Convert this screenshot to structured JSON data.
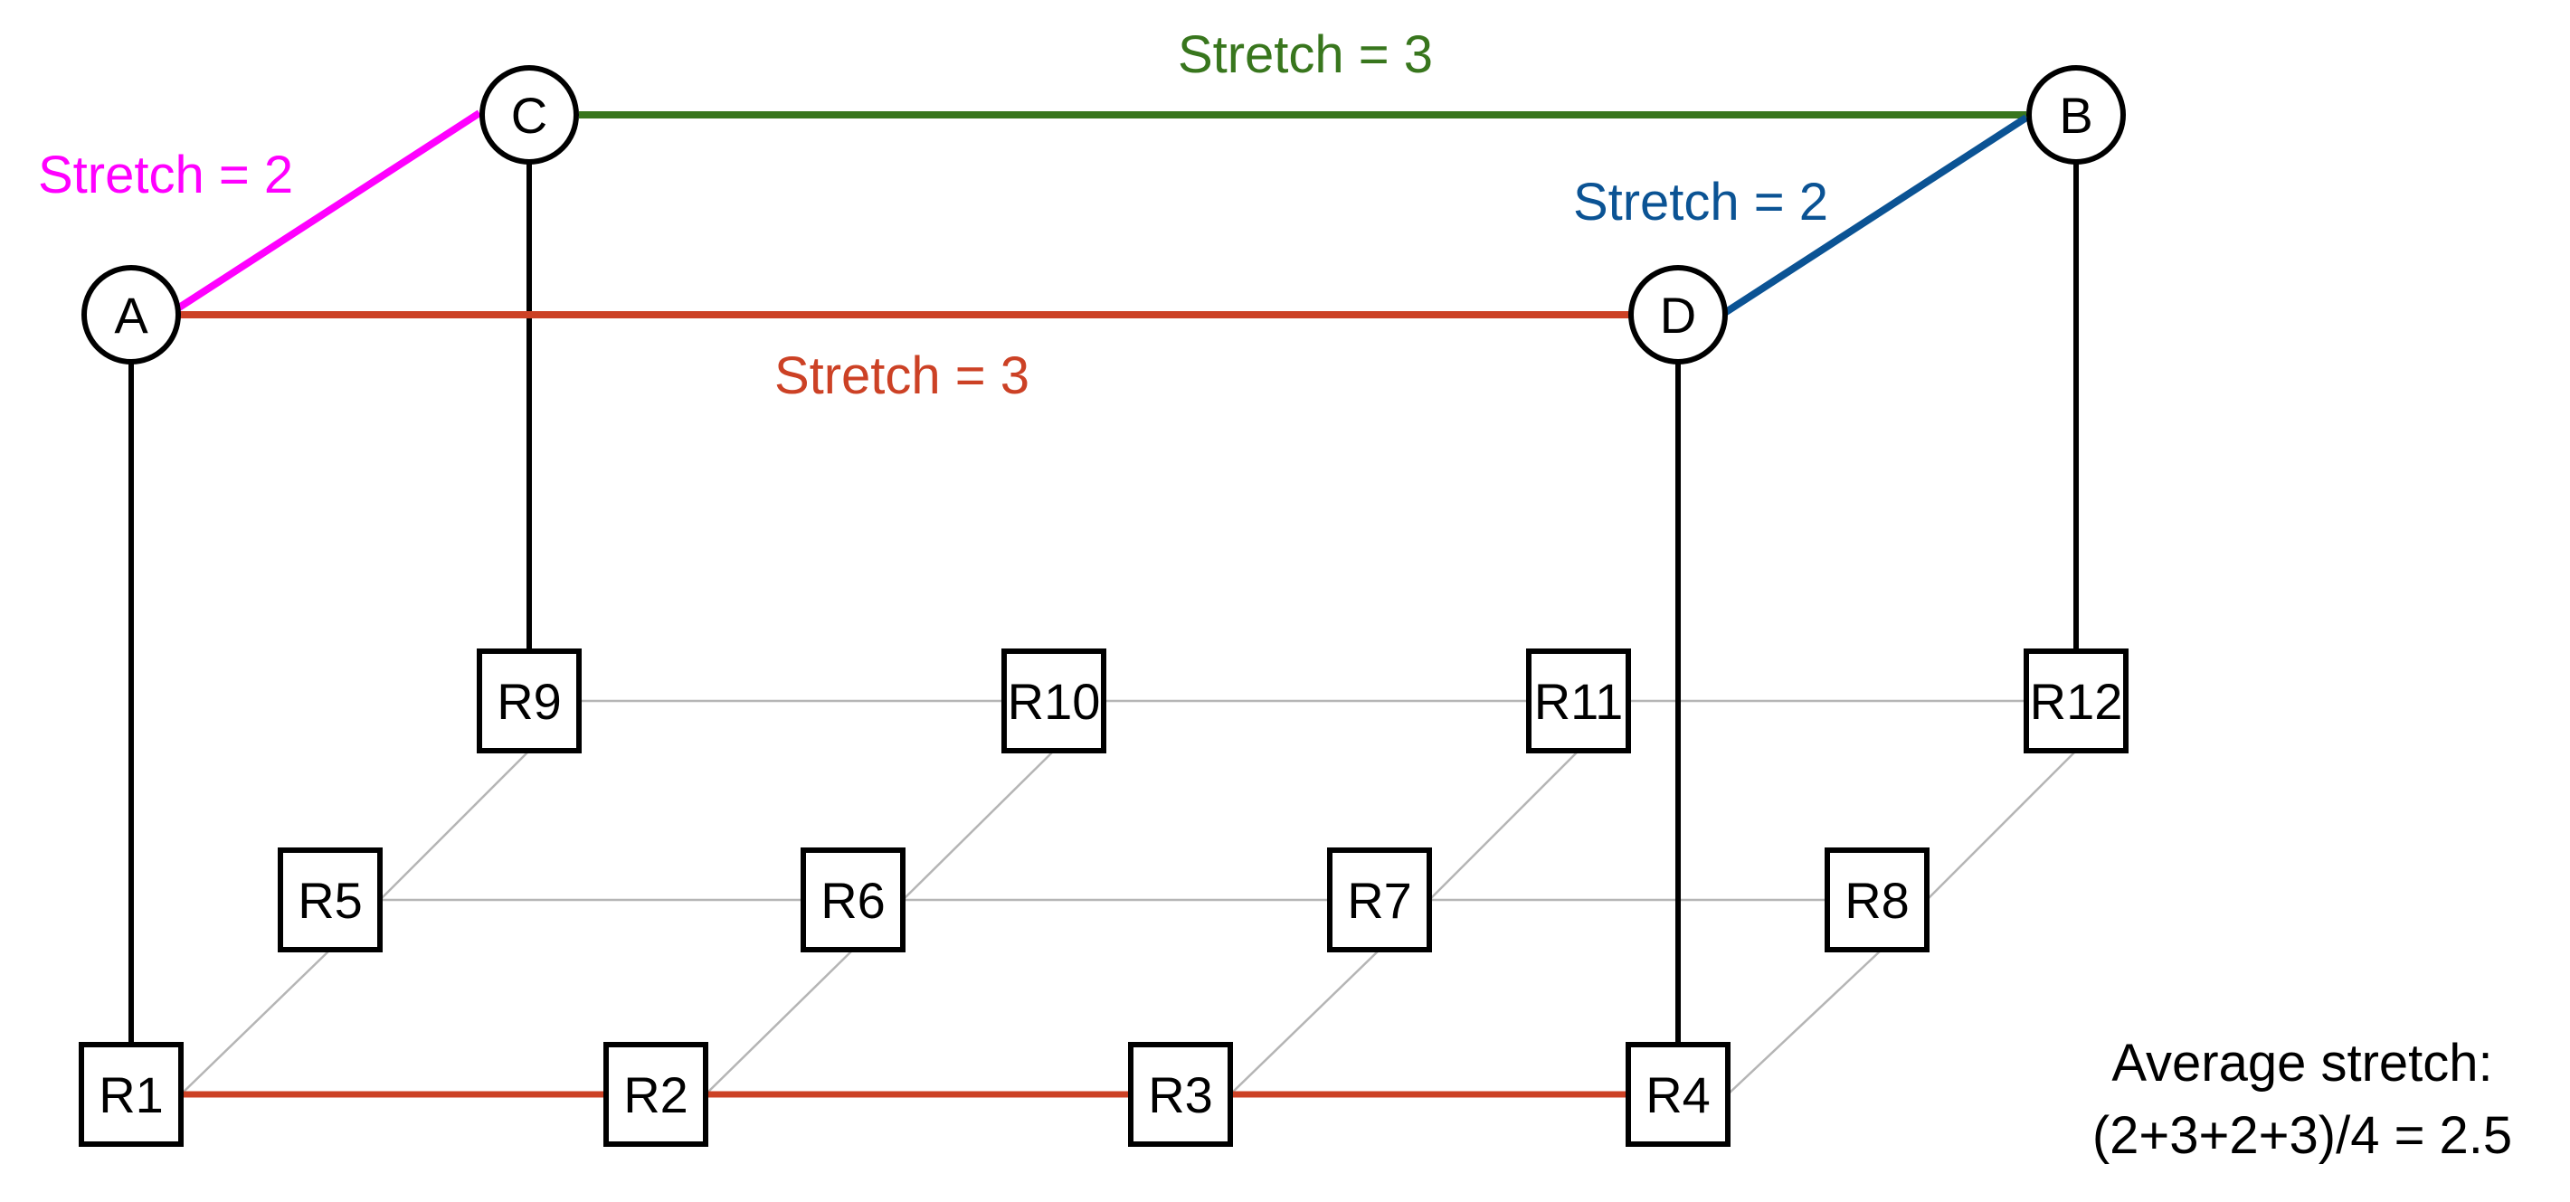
{
  "colors": {
    "background": "#ffffff",
    "node_stroke": "#000000",
    "overlay_edge": "#000000",
    "grid_edge": "#b5b5b5",
    "path_red": "#cc4125",
    "path_magenta": "#ff00ff",
    "path_green": "#38761d",
    "path_blue": "#0b5394"
  },
  "overlay_nodes": {
    "A": "A",
    "B": "B",
    "C": "C",
    "D": "D"
  },
  "routers": {
    "R1": "R1",
    "R2": "R2",
    "R3": "R3",
    "R4": "R4",
    "R5": "R5",
    "R6": "R6",
    "R7": "R7",
    "R8": "R8",
    "R9": "R9",
    "R10": "R10",
    "R11": "R11",
    "R12": "R12"
  },
  "edge_labels": {
    "A_C": "Stretch = 2",
    "C_B": "Stretch = 3",
    "D_B": "Stretch = 2",
    "A_D": "Stretch = 3"
  },
  "summary": {
    "line1": "Average stretch:",
    "line2": "(2+3+2+3)/4 = 2.5"
  }
}
